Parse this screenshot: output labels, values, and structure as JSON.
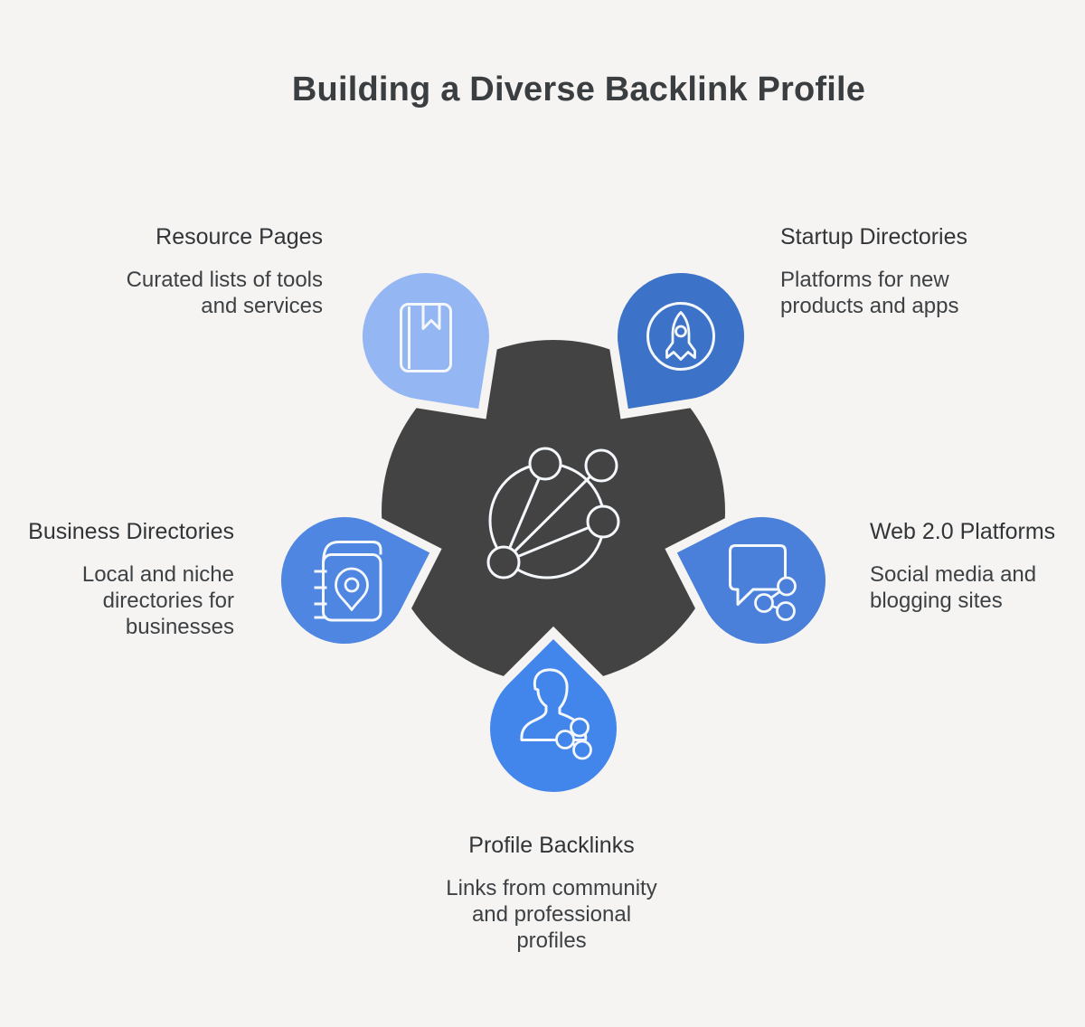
{
  "title": "Building a Diverse Backlink Profile",
  "colors": {
    "background": "#f5f4f2",
    "center_circle": "#434343",
    "icon_stroke": "#f4f7fb",
    "title": "#3b3e41",
    "text_primary": "#323538",
    "text_secondary": "#3e4144"
  },
  "center": {
    "icon": "network-hub-icon"
  },
  "nodes": [
    {
      "id": "resource-pages",
      "label": "Resource Pages",
      "description": "Curated lists of tools\nand services",
      "icon": "book-bookmark-icon",
      "color": "#94b7f3"
    },
    {
      "id": "startup-directories",
      "label": "Startup Directories",
      "description": "Platforms for new\nproducts and apps",
      "icon": "rocket-icon",
      "color": "#3c72c7"
    },
    {
      "id": "business-directories",
      "label": "Business Directories",
      "description": "Local and niche\ndirectories for\nbusinesses",
      "icon": "address-book-pin-icon",
      "color": "#4e86e2"
    },
    {
      "id": "web-2-0-platforms",
      "label": "Web 2.0 Platforms",
      "description": "Social media and\nblogging sites",
      "icon": "chat-share-icon",
      "color": "#4a80d9"
    },
    {
      "id": "profile-backlinks",
      "label": "Profile Backlinks",
      "description": "Links from community\nand professional\nprofiles",
      "icon": "person-share-icon",
      "color": "#4285eb"
    }
  ]
}
